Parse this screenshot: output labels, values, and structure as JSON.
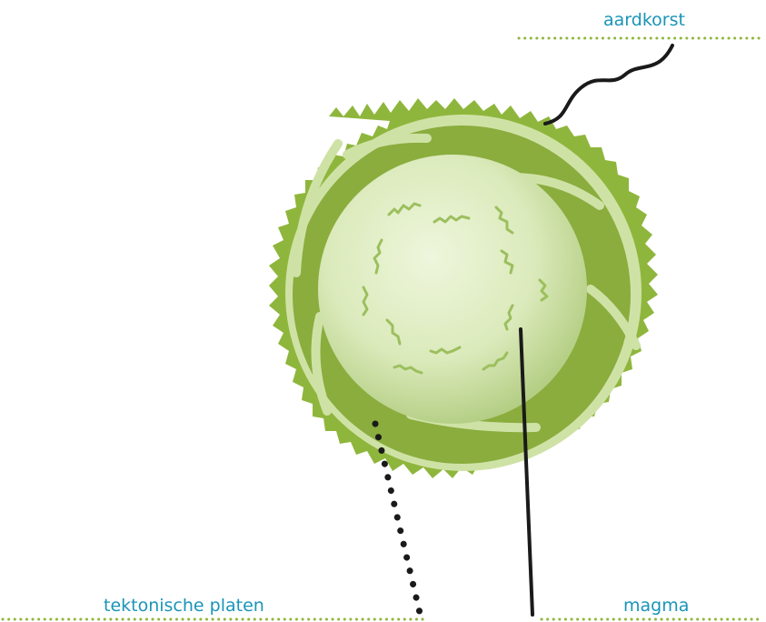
{
  "labels": {
    "crust": "aardkorst",
    "plates": "tektonische platen",
    "magma": "magma"
  },
  "colors": {
    "label_text": "#1a94b8",
    "leader_dots": "#8fb63c",
    "crust_outer": "#8fb63c",
    "crust_light": "#cfe2a6",
    "plates": "#8aad3e",
    "magma_light": "#e6f1cc",
    "magma_dark": "#b4d082",
    "pointer_line": "#1a1a1a"
  },
  "icons": {
    "earth": "earth-cross-section-icon"
  }
}
